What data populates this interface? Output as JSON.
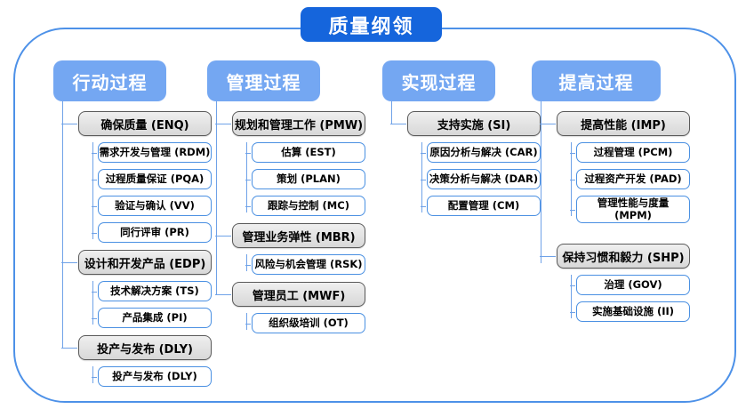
{
  "title": "质量纲领",
  "colors": {
    "title_bg": "#1565dc",
    "header_bg": "#74a7f2",
    "line": "#6fa2e8",
    "frame_border": "#4d91e8",
    "gray_fill": "#d8d8d8",
    "gray_fill_top": "#efefef",
    "gray_border": "#5a5a5a",
    "child_border": "#4a90e2"
  },
  "columns": [
    {
      "header": "行动过程",
      "groups": [
        {
          "label": "确保质量 (ENQ)",
          "children": [
            "需求开发与管理 (RDM)",
            "过程质量保证 (PQA)",
            "验证与确认 (VV)",
            "同行评审 (PR)"
          ]
        },
        {
          "label": "设计和开发产品 (EDP)",
          "children": [
            "技术解决方案 (TS)",
            "产品集成 (PI)"
          ]
        },
        {
          "label": "投产与发布 (DLY)",
          "children": [
            "投产与发布 (DLY)"
          ]
        }
      ]
    },
    {
      "header": "管理过程",
      "groups": [
        {
          "label": "规划和管理工作 (PMW)",
          "children": [
            "估算 (EST)",
            "策划 (PLAN)",
            "跟踪与控制 (MC)"
          ]
        },
        {
          "label": "管理业务弹性 (MBR)",
          "children": [
            "风险与机会管理 (RSK)"
          ]
        },
        {
          "label": "管理员工 (MWF)",
          "children": [
            "组织级培训 (OT)"
          ]
        }
      ]
    },
    {
      "header": "实现过程",
      "groups": [
        {
          "label": "支持实施 (SI)",
          "children": [
            "原因分析与解决 (CAR)",
            "决策分析与解决 (DAR)",
            "配置管理 (CM)"
          ]
        }
      ]
    },
    {
      "header": "提高过程",
      "groups": [
        {
          "label": "提高性能 (IMP)",
          "children": [
            "过程管理 (PCM)",
            "过程资产开发 (PAD)",
            "管理性能与度量 (MPM)"
          ]
        },
        {
          "label": "保持习惯和毅力 (SHP)",
          "children": [
            "治理 (GOV)",
            "实施基础设施 (II)"
          ]
        }
      ]
    }
  ]
}
